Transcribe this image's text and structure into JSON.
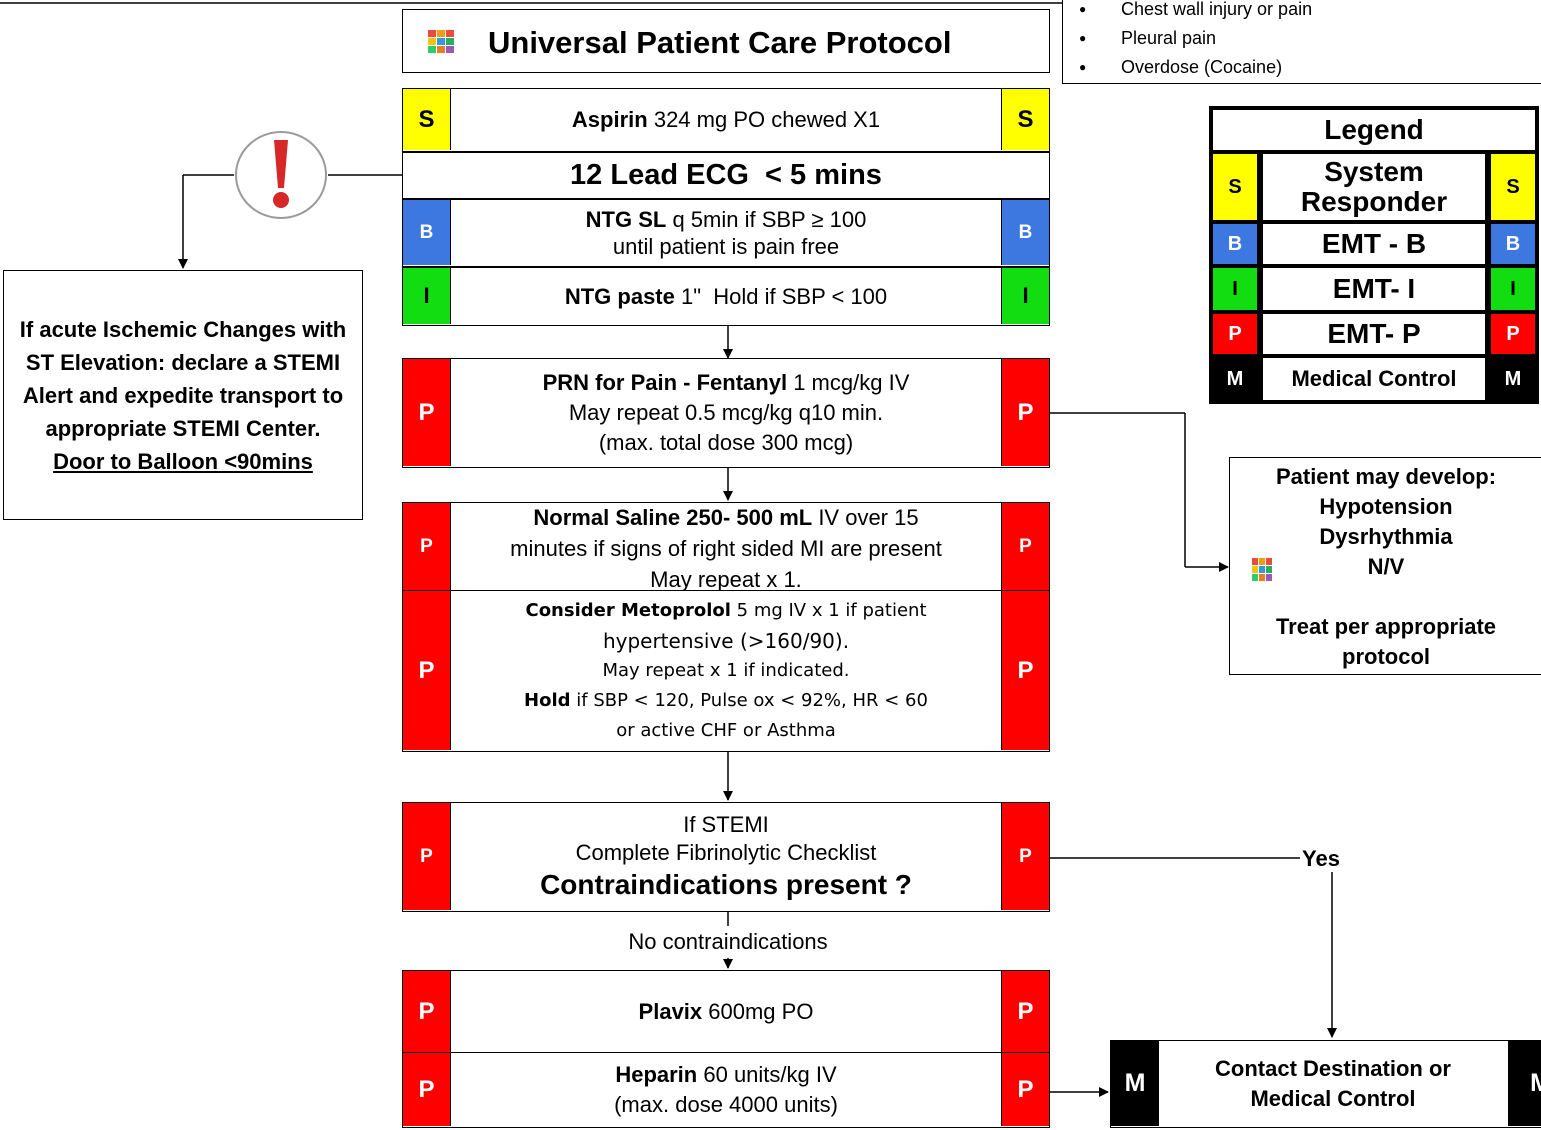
{
  "bullets": [
    "Chest wall injury or pain",
    "Pleural pain",
    "Overdose (Cocaine)"
  ],
  "header": {
    "title": "Universal Patient Care Protocol",
    "icon": "colored-grid-icon"
  },
  "steps": {
    "aspirin": {
      "badge": "S",
      "drug": "Aspirin",
      "text": " 324 mg PO chewed X1"
    },
    "ecg": {
      "text": "12 Lead ECG  < 5 mins"
    },
    "ntg_sl": {
      "badge": "B",
      "drug": "NTG SL",
      "line1": " q 5min if SBP ≥ 100",
      "line2": "until patient is pain free"
    },
    "ntg_paste": {
      "badge": "I",
      "drug": "NTG paste",
      "text": " 1\"  Hold if SBP < 100"
    },
    "fentanyl": {
      "badge": "P",
      "drug": "PRN for Pain - Fentanyl",
      "line1": " 1 mcg/kg IV",
      "line2": "May repeat 0.5 mcg/kg q10 min.",
      "line3": "(max. total dose 300 mcg)"
    },
    "saline": {
      "badge": "P",
      "drug": "Normal Saline 250- 500 mL",
      "line1": " IV over 15",
      "line2": "minutes if signs of right sided MI are present",
      "line3": "May repeat x 1."
    },
    "metoprolol": {
      "badge": "P",
      "drug": "Consider Metoprolol",
      "line1": " 5 mg IV x 1 if patient",
      "line2": "hypertensive (>160/90).",
      "line3": "May repeat x 1 if indicated.",
      "hold": "Hold",
      "line4": " if SBP < 120, Pulse ox < 92%, HR < 60",
      "line5": "or active CHF or Asthma"
    },
    "stemi": {
      "badge": "P",
      "line1": "If STEMI",
      "line2": "Complete Fibrinolytic Checklist",
      "line3": "Contraindications present ?"
    },
    "plavix": {
      "badge": "P",
      "drug": "Plavix",
      "text": " 600mg PO"
    },
    "heparin": {
      "badge": "P",
      "drug": "Heparin",
      "line1": " 60 units/kg IV",
      "line2": "(max. dose 4000 units)"
    }
  },
  "no_contra_label": "No contraindications",
  "yes_label": "Yes",
  "stemi_alert": {
    "icon": "exclamation-icon",
    "text": "If acute Ischemic Changes with ST Elevation: declare a STEMI Alert and expedite transport to appropriate STEMI Center.",
    "link": "Door to Balloon <90mins"
  },
  "legend": {
    "title": "Legend",
    "rows": [
      {
        "badge": "S",
        "label": "System Responder",
        "color": "#ffff00",
        "text_color": "#000000"
      },
      {
        "badge": "B",
        "label": "EMT - B",
        "color": "#3c78e0",
        "text_color": "#ffffff"
      },
      {
        "badge": "I",
        "label": "EMT- I",
        "color": "#11dd11",
        "text_color": "#000000"
      },
      {
        "badge": "P",
        "label": "EMT- P",
        "color": "#ff0000",
        "text_color": "#ffffff"
      },
      {
        "badge": "M",
        "label": "Medical Control",
        "color": "#000000",
        "text_color": "#ffffff"
      }
    ]
  },
  "side_note": {
    "title": "Patient may develop:",
    "items": [
      "Hypotension",
      "Dysrhythmia",
      "N/V"
    ],
    "footer": "Treat per appropriate protocol"
  },
  "contact": {
    "badge": "M",
    "text": "Contact Destination or Medical Control"
  },
  "colors": {
    "S": "#ffff00",
    "B": "#3c78e0",
    "I": "#11dd11",
    "P": "#ff0000",
    "M": "#000000"
  }
}
